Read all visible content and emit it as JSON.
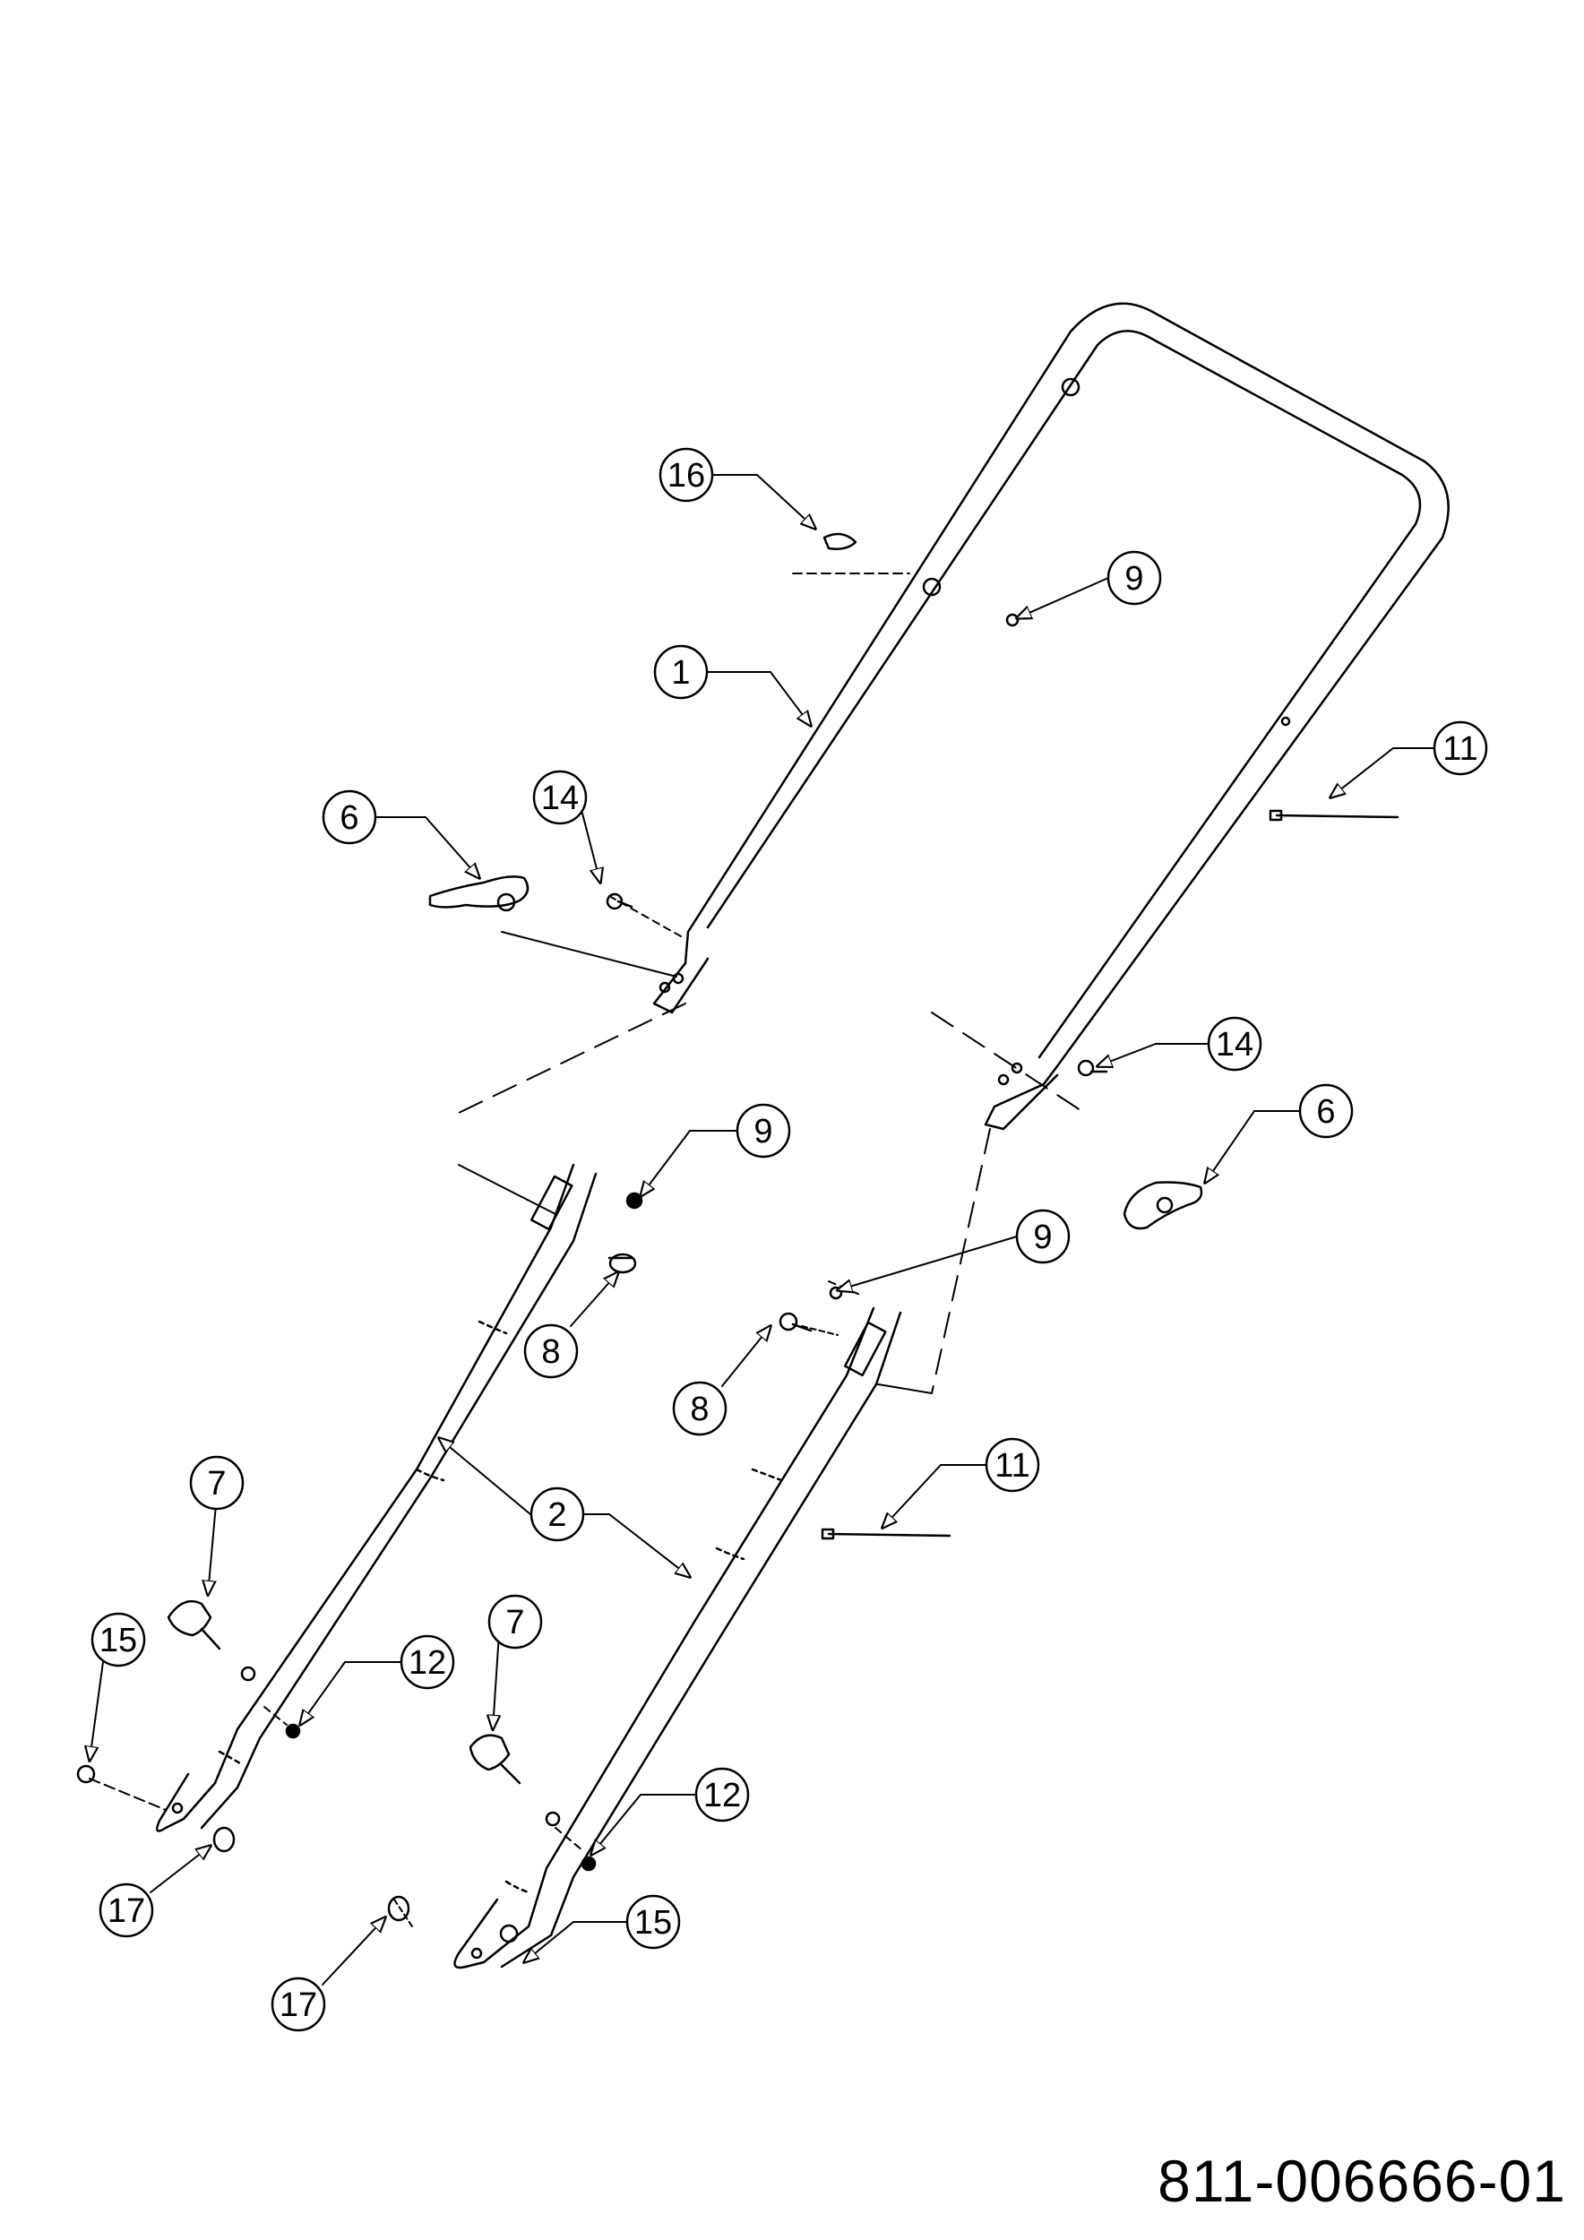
{
  "diagram": {
    "part_number": "811-006666-01",
    "callouts": [
      {
        "id": "c16",
        "label": "16"
      },
      {
        "id": "c9a",
        "label": "9"
      },
      {
        "id": "c1",
        "label": "1"
      },
      {
        "id": "c11a",
        "label": "11"
      },
      {
        "id": "c14a",
        "label": "14"
      },
      {
        "id": "c6a",
        "label": "6"
      },
      {
        "id": "c14b",
        "label": "14"
      },
      {
        "id": "c9b",
        "label": "9"
      },
      {
        "id": "c6b",
        "label": "6"
      },
      {
        "id": "c9c",
        "label": "9"
      },
      {
        "id": "c8a",
        "label": "8"
      },
      {
        "id": "c8b",
        "label": "8"
      },
      {
        "id": "c11b",
        "label": "11"
      },
      {
        "id": "c7a",
        "label": "7"
      },
      {
        "id": "c2",
        "label": "2"
      },
      {
        "id": "c15a",
        "label": "15"
      },
      {
        "id": "c12a",
        "label": "12"
      },
      {
        "id": "c7b",
        "label": "7"
      },
      {
        "id": "c12b",
        "label": "12"
      },
      {
        "id": "c17a",
        "label": "17"
      },
      {
        "id": "c15b",
        "label": "15"
      },
      {
        "id": "c17b",
        "label": "17"
      }
    ]
  }
}
